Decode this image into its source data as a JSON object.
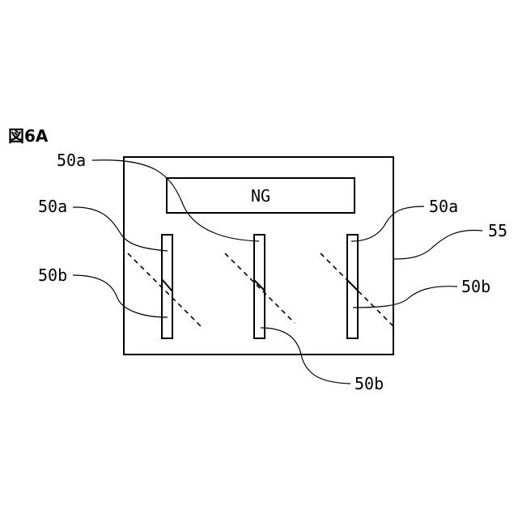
{
  "figure": {
    "title": "図6A",
    "panel_text": "NG"
  },
  "labels": {
    "top_left_50a": "50a",
    "left_50a": "50a",
    "right_50a": "50a",
    "right_55": "55",
    "left_50b": "50b",
    "right_50b": "50b",
    "bottom_50b": "50b"
  }
}
